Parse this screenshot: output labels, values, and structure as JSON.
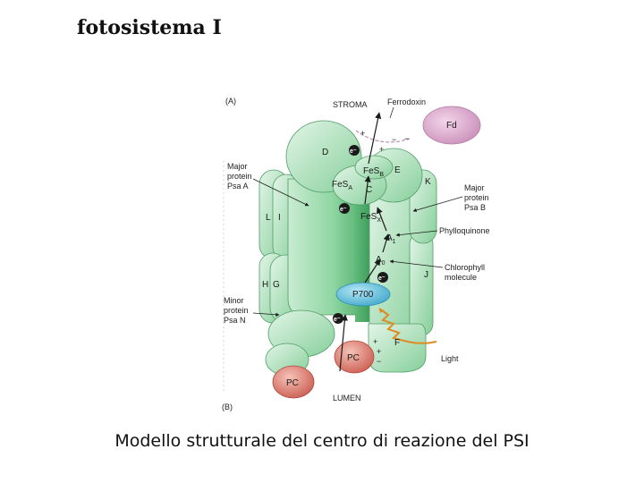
{
  "title": "fotosistema I",
  "caption": "Modello strutturale del centro di reazione del PSI",
  "diagram": {
    "panel_top_label": "(A)",
    "panel_bottom_label": "(B)",
    "stroma_label": "STROMA",
    "lumen_label": "LUMEN",
    "ferredoxin_label": "Ferrodoxin",
    "fd_label": "Fd",
    "major_a_label": [
      "Major",
      "protein",
      "Psa A"
    ],
    "major_b_label": [
      "Major",
      "protein",
      "Psa B"
    ],
    "minor_n_label": [
      "Minor",
      "protein",
      "Psa N"
    ],
    "phylloquinone_label": "Phylloquinone",
    "chlorophyll_label": [
      "Chlorophyll",
      "molecule"
    ],
    "light_label": "Light",
    "p700_label": "P700",
    "pc_label": "PC",
    "subunits": {
      "d": "D",
      "e": "E",
      "c": "C",
      "k": "K",
      "l": "L",
      "i": "I",
      "h": "H",
      "g": "G",
      "j": "J",
      "f": "F"
    },
    "cofactors": {
      "fesb": "FeS",
      "fesb_sub": "B",
      "fesa": "FeS",
      "fesa_sub": "A",
      "fesx": "FeS",
      "fesx_sub": "X",
      "a1": "A",
      "a1_sub": "1",
      "a0": "A",
      "a0_sub": "0",
      "electron": "e⁻"
    },
    "colors": {
      "protein_green": "#7fcf94",
      "protein_dark": "#3f9f5c",
      "ferredoxin_pink": "#d9a2c9",
      "pc_salmon": "#d97a6e",
      "p700_blue": "#55b9d8",
      "light_orange": "#e08a22"
    }
  }
}
